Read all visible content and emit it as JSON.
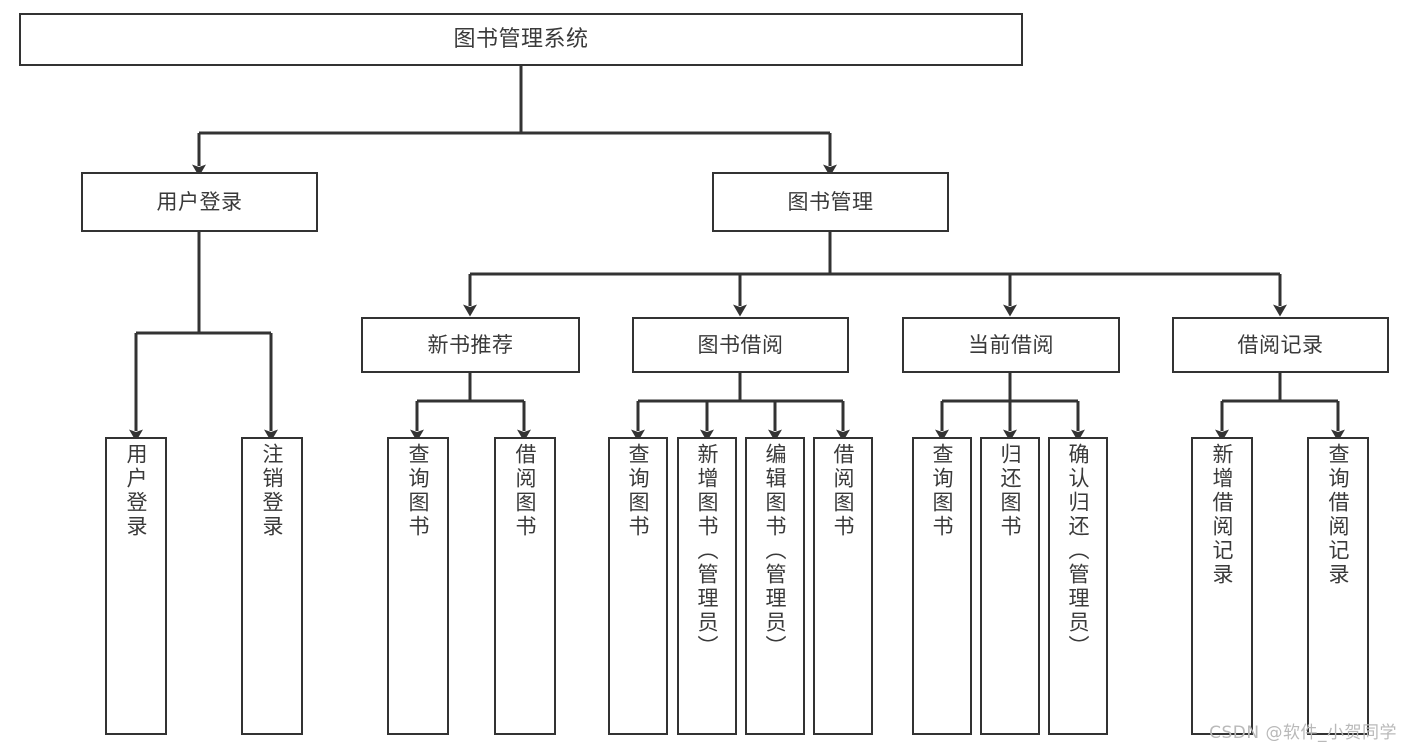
{
  "diagram": {
    "type": "tree-hierarchy",
    "title": "图书管理系统",
    "orientation": "top-down",
    "colors": {
      "background": "#ffffff",
      "box_border": "#333333",
      "box_fill": "#ffffff",
      "text": "#3a3a3a",
      "connector": "#333333",
      "watermark": "#b9b9b9"
    },
    "nodes": {
      "root": {
        "label": "图书管理系统"
      },
      "level2": [
        {
          "id": "user-login",
          "label": "用户登录"
        },
        {
          "id": "book-manage",
          "label": "图书管理"
        }
      ],
      "level3": [
        {
          "id": "new-book-rec",
          "label": "新书推荐"
        },
        {
          "id": "book-borrow",
          "label": "图书借阅"
        },
        {
          "id": "current-borrow",
          "label": "当前借阅"
        },
        {
          "id": "borrow-record",
          "label": "借阅记录"
        }
      ],
      "leaves": [
        {
          "id": "leaf-user-login",
          "label": "用户登录",
          "parent": "user-login"
        },
        {
          "id": "leaf-user-logout",
          "label": "注销登录",
          "parent": "user-login"
        },
        {
          "id": "leaf-query-book-1",
          "label": "查询图书",
          "parent": "new-book-rec"
        },
        {
          "id": "leaf-borrow-book-1",
          "label": "借阅图书",
          "parent": "new-book-rec"
        },
        {
          "id": "leaf-query-book-2",
          "label": "查询图书",
          "parent": "book-borrow"
        },
        {
          "id": "leaf-add-book",
          "label": "新增图书（管理员）",
          "parent": "book-borrow"
        },
        {
          "id": "leaf-edit-book",
          "label": "编辑图书（管理员）",
          "parent": "book-borrow"
        },
        {
          "id": "leaf-borrow-book-2",
          "label": "借阅图书",
          "parent": "book-borrow"
        },
        {
          "id": "leaf-query-book-3",
          "label": "查询图书",
          "parent": "current-borrow"
        },
        {
          "id": "leaf-return-book",
          "label": "归还图书",
          "parent": "current-borrow"
        },
        {
          "id": "leaf-confirm-return",
          "label": "确认归还（管理员）",
          "parent": "current-borrow"
        },
        {
          "id": "leaf-add-record",
          "label": "新增借阅记录",
          "parent": "borrow-record"
        },
        {
          "id": "leaf-query-record",
          "label": "查询借阅记录",
          "parent": "borrow-record"
        }
      ]
    }
  },
  "watermark": {
    "text": "CSDN @软件_小贺同学"
  }
}
